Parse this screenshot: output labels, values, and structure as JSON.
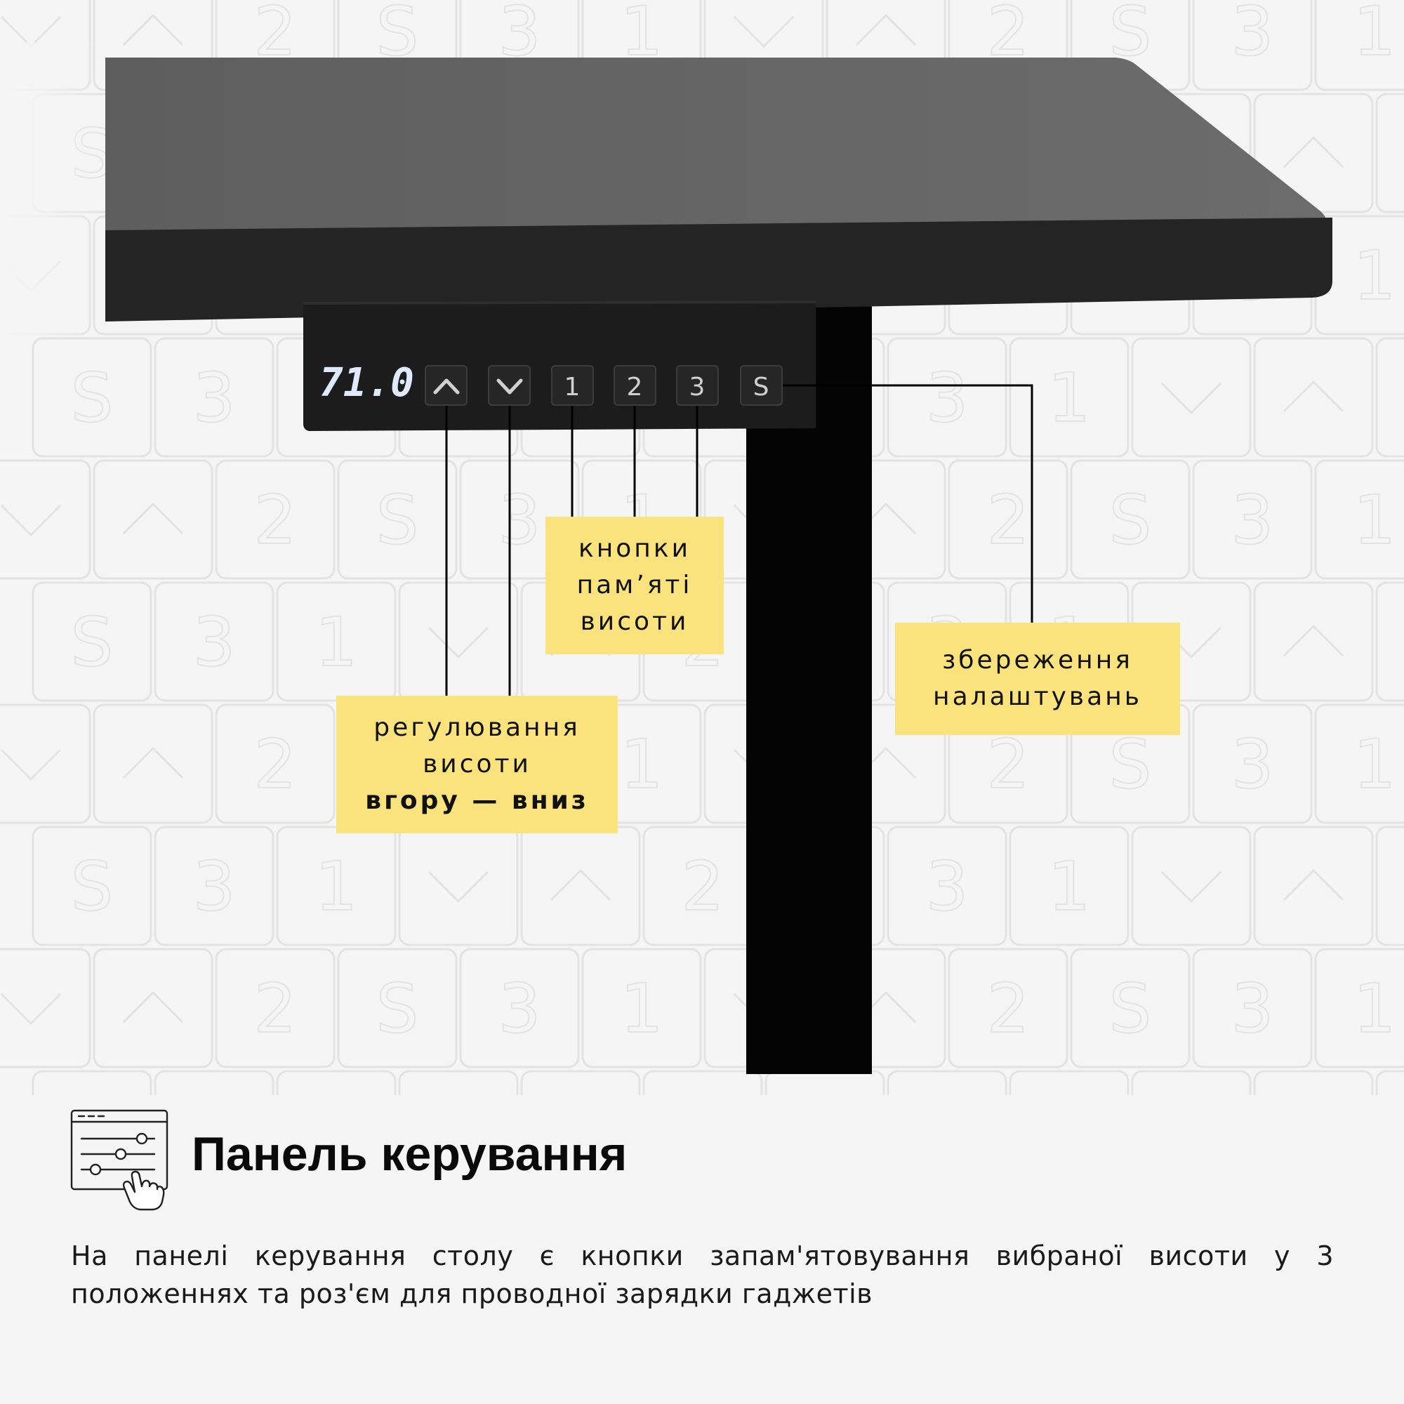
{
  "panel": {
    "display_value": "71.0",
    "buttons": [
      {
        "label": "",
        "icon": "chevron-up-icon"
      },
      {
        "label": "",
        "icon": "chevron-down-icon"
      },
      {
        "label": "1"
      },
      {
        "label": "2"
      },
      {
        "label": "3"
      },
      {
        "label": "S"
      }
    ]
  },
  "callouts": {
    "memory": {
      "lines": [
        "кнопки",
        "пам’яті",
        "висоти"
      ]
    },
    "height": {
      "lines": [
        "регулювання",
        "висоти"
      ],
      "bold_line": "вгору — вниз"
    },
    "save": {
      "lines": [
        "збереження",
        "налаштувань"
      ]
    }
  },
  "feature": {
    "icon": "control-panel-sliders-hand-icon",
    "title": "Панель керування",
    "description": "На панелі керування столу є кнопки запам'ятовування вибраної висоти у 3 положеннях та роз'єм для проводної зарядки гаджетів"
  },
  "colors": {
    "background": "#f5f5f5",
    "callout": "#fae27d",
    "desk_top": "#666666",
    "desk_edge": "#242424",
    "panel": "#1c1c1c",
    "display_digits": "#dfeaff"
  }
}
